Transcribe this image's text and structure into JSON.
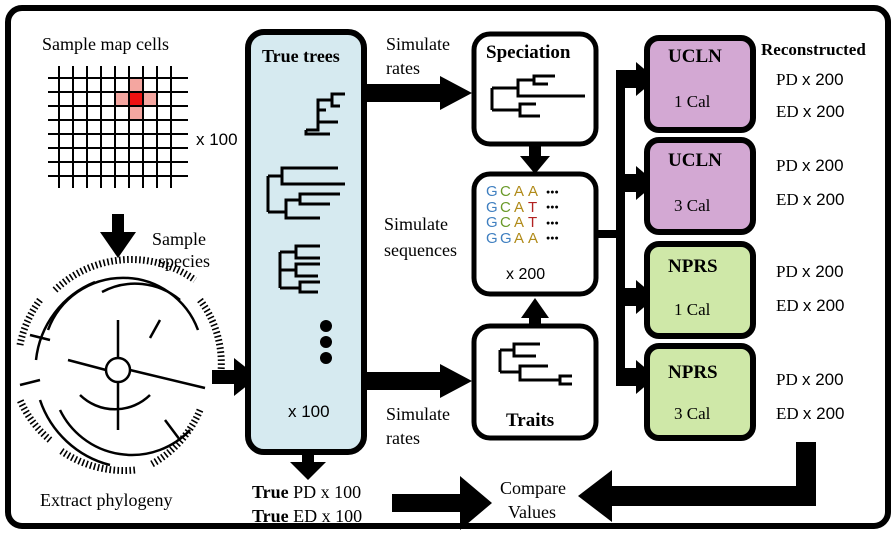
{
  "map": {
    "title": "Sample map cells",
    "count": "x 100",
    "sample_species_label": [
      "Sample",
      "species"
    ],
    "extract_label": "Extract phylogeny"
  },
  "true_trees": {
    "title": "True trees",
    "count": "x 100"
  },
  "simulate": {
    "rates_top": [
      "Simulate",
      "rates"
    ],
    "sequences": [
      "Simulate",
      "sequences"
    ],
    "rates_bottom": [
      "Simulate",
      "rates"
    ]
  },
  "speciation": {
    "title": "Speciation"
  },
  "sequences": {
    "rows": [
      [
        "G",
        "C",
        "A",
        "A"
      ],
      [
        "G",
        "C",
        "A",
        "T"
      ],
      [
        "G",
        "C",
        "A",
        "T"
      ],
      [
        "G",
        "G",
        "A",
        "A"
      ]
    ],
    "count": "x 200"
  },
  "traits": {
    "title": "Traits"
  },
  "true_values": {
    "pd_bold": "True",
    "pd_rest": "PD x 100",
    "ed_bold": "True",
    "ed_rest": "ED x 100"
  },
  "compare": [
    "Compare",
    "Values"
  ],
  "reconstructed_title": "Reconstructed",
  "methods": [
    {
      "name": "UCLN",
      "cal": "1 Cal",
      "pd": "PD",
      "pd_count": "x 200",
      "ed": "ED",
      "ed_count": "x 200"
    },
    {
      "name": "UCLN",
      "cal": "3 Cal",
      "pd": "PD",
      "pd_count": "x 200",
      "ed": "ED",
      "ed_count": "x 200"
    },
    {
      "name": "NPRS",
      "cal": "1 Cal",
      "pd": "PD",
      "pd_count": "x 200",
      "ed": "ED",
      "ed_count": "x 200"
    },
    {
      "name": "NPRS",
      "cal": "3 Cal",
      "pd": "PD",
      "pd_count": "x 200",
      "ed": "ED",
      "ed_count": "x 200"
    }
  ],
  "colors": {
    "true_trees_bg": "#d6eaf0",
    "ucln_bg": "#d3a8d3",
    "nprs_bg": "#cfe8a8",
    "map_cell_center": "#ee1111",
    "map_cell_neighbor": "#f4a6a0",
    "base_G": "#3f7fc0",
    "base_C": "#6a9a2a",
    "base_A": "#b08a18",
    "base_T": "#b22222"
  }
}
